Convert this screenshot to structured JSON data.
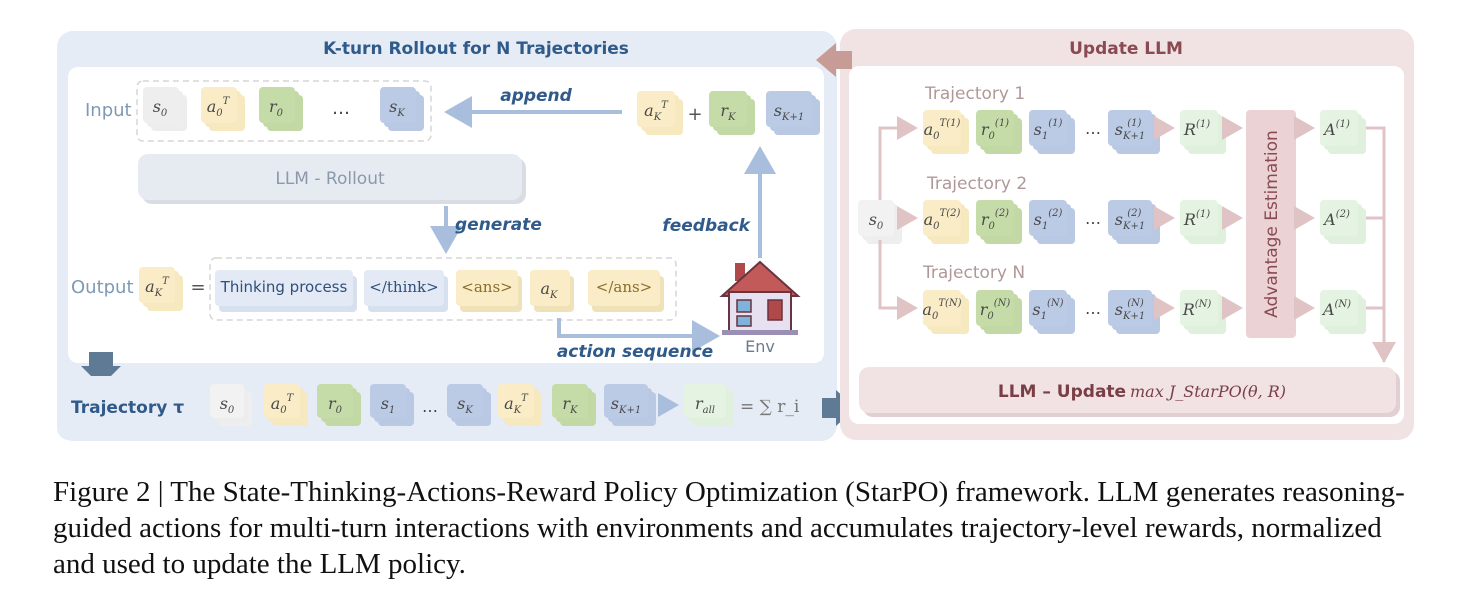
{
  "left_panel": {
    "title": "K-turn Rollout for N Trajectories",
    "input_label": "Input",
    "output_label": "Output",
    "llm_rollout_label": "LLM - Rollout",
    "append_label": "append",
    "generate_label": "generate",
    "feedback_label": "feedback",
    "action_sequence_label": "action sequence",
    "env_label": "Env",
    "output_tokens": [
      "Thinking process",
      "</think>",
      "<ans>",
      "a_K",
      "</ans>"
    ]
  },
  "right_panel": {
    "title": "Update LLM",
    "trajectories": [
      "Trajectory 1",
      "Trajectory 2",
      "Trajectory N"
    ],
    "advantage_label": "Advantage Estimation",
    "update_label": "LLM – Update",
    "update_formula": "max J_StarPO(θ, R)"
  },
  "bottom_bar": {
    "label": "Trajectory τ",
    "reward_sum": "= ∑ r_i"
  },
  "caption": "Figure 2 | The State-Thinking-Actions-Reward Policy Optimization (StarPO) framework. LLM generates reasoning-guided actions for multi-turn interactions with environments and accumulates trajectory-level rewards, normalized and used to update the LLM policy.",
  "colors": {
    "left_panel_bg": "#e6ecf5",
    "right_panel_bg": "#f1e2e4",
    "state_token": "#b9c8e3",
    "action_token": "#f6e8bf",
    "reward_token": "#c3d9a5",
    "final_reward_token": "#dff0dc",
    "advantage_box": "#ebd3d5"
  }
}
